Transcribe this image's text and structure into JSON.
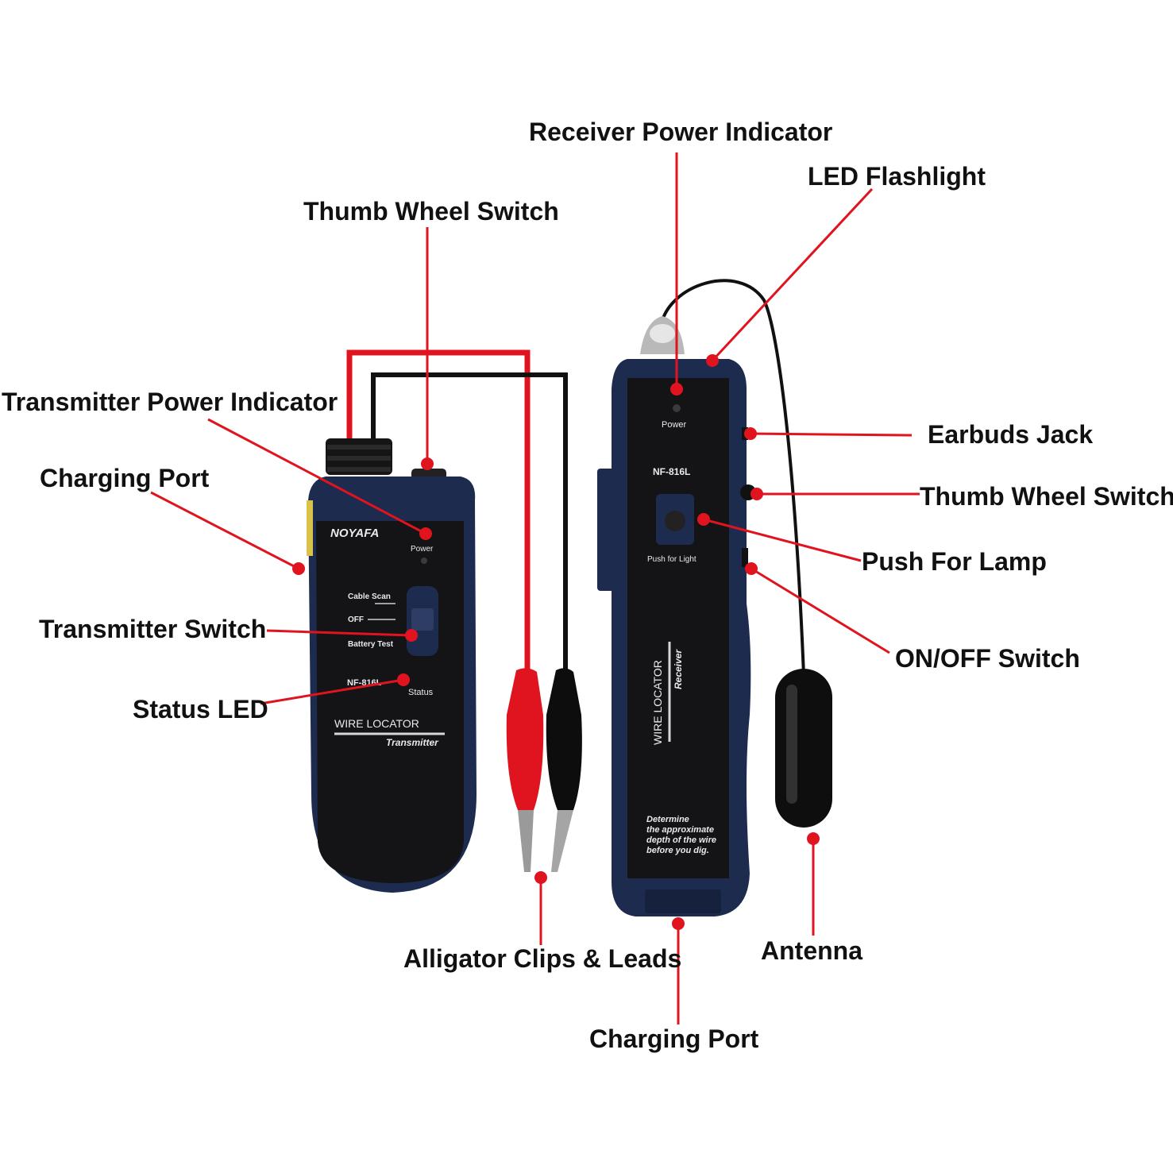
{
  "callouts": {
    "receiver_power_indicator": "Receiver Power Indicator",
    "led_flashlight": "LED Flashlight",
    "thumb_wheel_switch_transmitter": "Thumb Wheel Switch",
    "transmitter_power_indicator": "Transmitter Power Indicator",
    "charging_port_transmitter": "Charging Port",
    "earbuds_jack": "Earbuds Jack",
    "thumb_wheel_switch_receiver": "Thumb Wheel Switch",
    "push_for_lamp": "Push For Lamp",
    "transmitter_switch": "Transmitter Switch",
    "on_off_switch": "ON/OFF Switch",
    "status_led": "Status LED",
    "alligator_clips_leads": "Alligator Clips & Leads",
    "antenna": "Antenna",
    "charging_port_receiver": "Charging Port"
  },
  "transmitter": {
    "brand": "NOYAFA",
    "power_label": "Power",
    "switch_positions": [
      "Cable Scan",
      "OFF",
      "Battery Test"
    ],
    "model": "NF-816L",
    "status_label": "Status",
    "title": "WIRE LOCATOR",
    "subtitle": "Transmitter"
  },
  "receiver": {
    "power_label": "Power",
    "model": "NF-816L",
    "button_label": "Push for Light",
    "title": "WIRE LOCATOR",
    "subtitle": "Receiver",
    "note_lines": [
      "Determine",
      "the approximate",
      "depth of the wire",
      "before you dig."
    ]
  },
  "colors": {
    "device_body": "#1d2b4f",
    "panel": "#141416",
    "leader": "#e0141e",
    "red_lead": "#e0141e",
    "black_lead": "#111111"
  }
}
